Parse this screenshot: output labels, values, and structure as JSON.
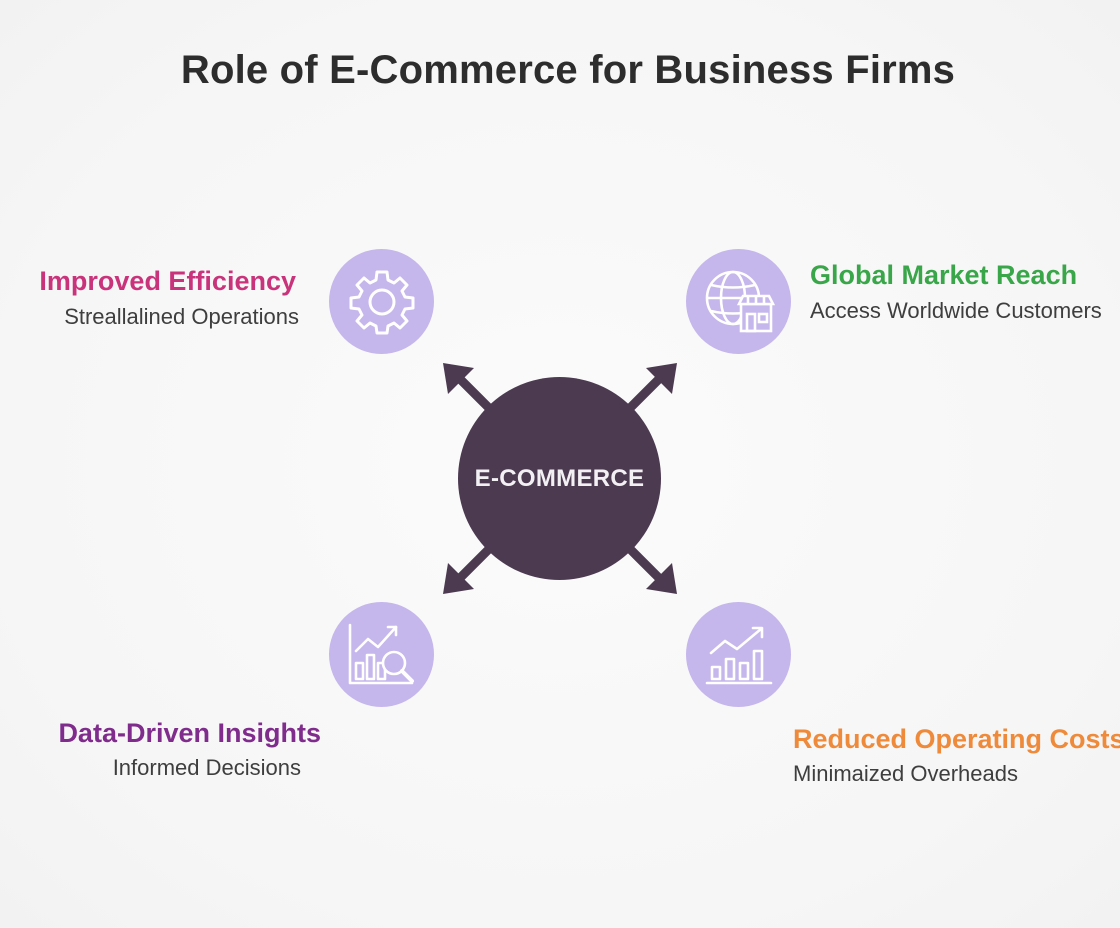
{
  "title": "Role of E-Commerce for Business Firms",
  "center": {
    "label": "E-COMMERCE",
    "color": "#4c3a51"
  },
  "colors": {
    "icon_bg": "#c5b6ec",
    "arrow": "#4c3a51"
  },
  "items": [
    {
      "position": "top-left",
      "title": "Improved Efficiency",
      "subtitle": "Streallalined Operations",
      "color": "#c9337b",
      "icon": "gear-icon"
    },
    {
      "position": "top-right",
      "title": "Global Market Reach",
      "subtitle": "Access Worldwide Customers",
      "color": "#3aa64a",
      "icon": "globe-store-icon"
    },
    {
      "position": "bottom-left",
      "title": "Data-Driven Insights",
      "subtitle": "Informed Decisions",
      "color": "#7f2c8c",
      "icon": "chart-magnifier-icon"
    },
    {
      "position": "bottom-right",
      "title": "Reduced Operating Costs",
      "subtitle": "Minimaized Overheads",
      "color": "#ee8a3a",
      "icon": "growth-chart-icon"
    }
  ]
}
